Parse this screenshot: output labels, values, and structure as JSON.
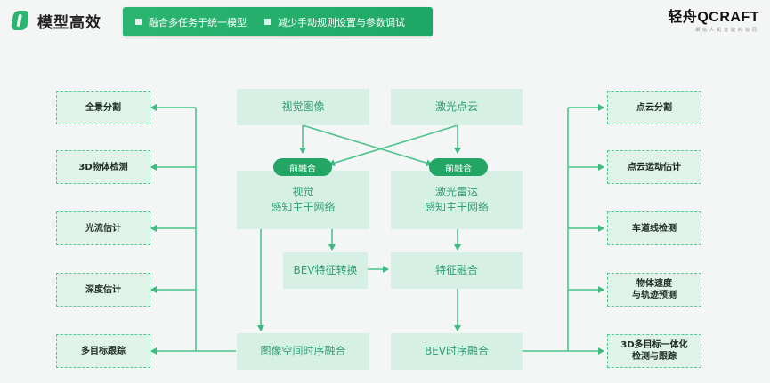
{
  "header": {
    "title": "模型高效",
    "banner": [
      "融合多任务于统一模型",
      "减少手动规则设置与参数调试"
    ],
    "brand_name": "轻舟QCRAFT",
    "brand_sub": "相信人机智能的协同"
  },
  "left_tasks": [
    "全景分割",
    "3D物体检测",
    "光流估计",
    "深度估计",
    "多目标跟踪"
  ],
  "right_tasks": [
    "点云分割",
    "点云运动估计",
    "车道线检测",
    "物体速度\n与轨迹预测",
    "3D多目标一体化\n检测与跟踪"
  ],
  "pipeline": {
    "visual_image": "视觉图像",
    "lidar_cloud": "激光点云",
    "pre_fusion_left": "前融合",
    "pre_fusion_right": "前融合",
    "visual_backbone": "视觉\n感知主干网络",
    "lidar_backbone": "激光雷达\n感知主干网络",
    "bev_transform": "BEV特征转换",
    "feature_fusion": "特征融合",
    "image_spatiotemporal": "图像空间时序融合",
    "bev_temporal": "BEV时序融合"
  },
  "colors": {
    "accent": "#23a564",
    "line": "#4cc48c",
    "block": "#d7f0e6",
    "task_fill": "#dff3e9"
  }
}
